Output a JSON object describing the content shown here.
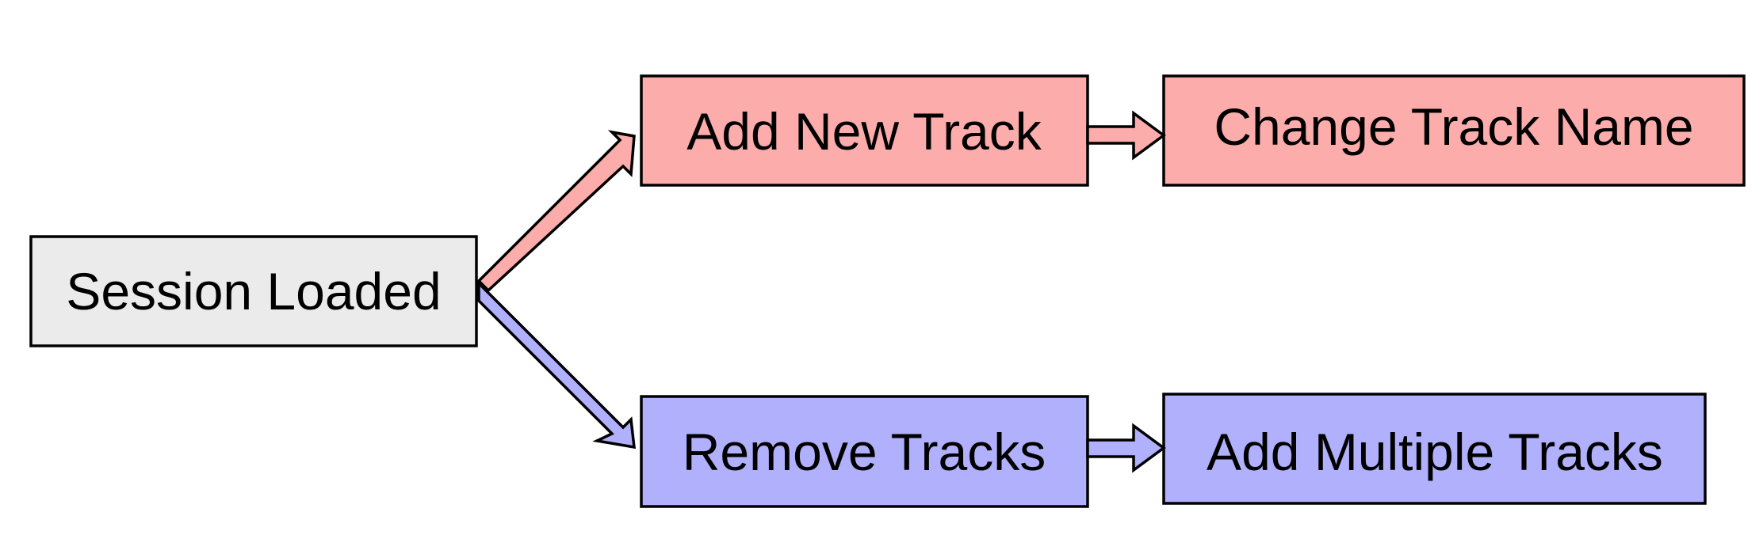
{
  "colors": {
    "neutral": "#ebebeb",
    "red_branch": "#fdacac",
    "blue_branch": "#b0b0fc",
    "stroke": "#000000"
  },
  "nodes": {
    "session_loaded": "Session Loaded",
    "add_new_track": "Add New Track",
    "change_track_name": "Change Track Name",
    "remove_tracks": "Remove Tracks",
    "add_multiple_tracks": "Add Multiple Tracks"
  }
}
